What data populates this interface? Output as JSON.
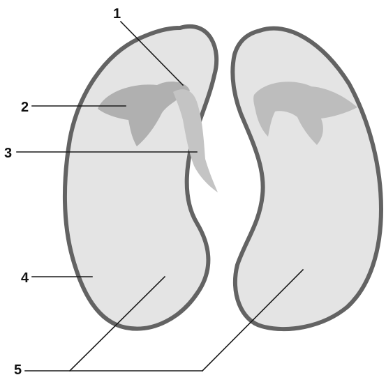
{
  "colors": {
    "background": "#ffffff",
    "cotyledon_fill": "#e4e4e4",
    "seed_coat_outline": "#636363",
    "embryo_leaf": "#b0b0b0",
    "embryo_stem": "#c4c4c4",
    "leader_line": "#1a1a1a",
    "label_text": "#111111"
  },
  "labels": {
    "l1": "1",
    "l2": "2",
    "l3": "3",
    "l4": "4",
    "l5": "5"
  }
}
